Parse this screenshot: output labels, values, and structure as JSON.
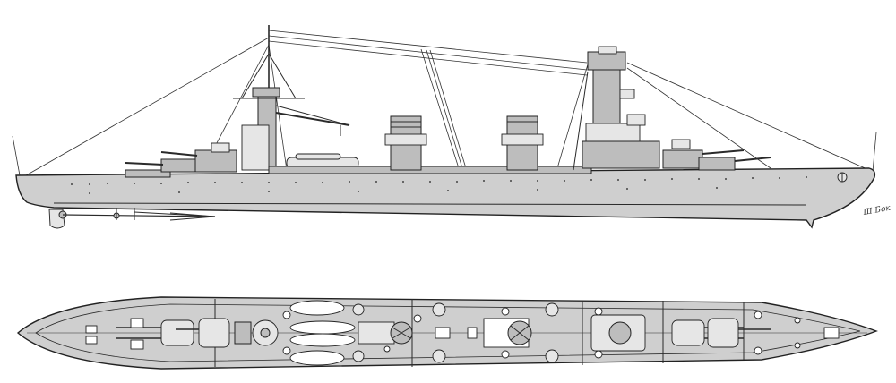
{
  "drawing": {
    "views": [
      {
        "id": "profile",
        "kind": "side elevation"
      },
      {
        "id": "plan",
        "kind": "top plan"
      }
    ],
    "signature_text": "Ш.Бок",
    "colors": {
      "hull_fill": "#cfcfcf",
      "deck_fill": "#bdbdbd",
      "line": "#222222",
      "background": "#ffffff"
    }
  }
}
